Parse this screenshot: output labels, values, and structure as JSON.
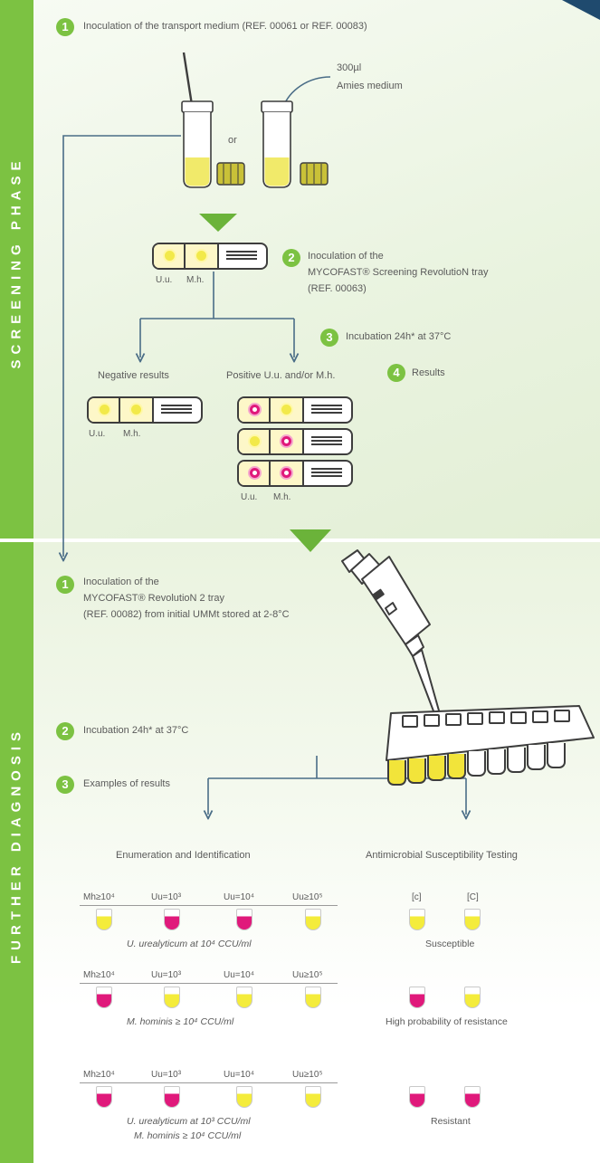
{
  "colors": {
    "accent_green": "#7cc242",
    "arrow_blue": "#4a6d87",
    "yellow": "#f4ec3b",
    "magenta": "#e0197b",
    "corner": "#1f4a6e"
  },
  "sidebar": {
    "screening": "SCREENING PHASE",
    "further": "FURTHER DIAGNOSIS"
  },
  "screening": {
    "step1": {
      "num": "1",
      "text": "Inoculation of the transport medium (REF. 00061 or REF. 00083)"
    },
    "medium_note": {
      "line1": "300µl",
      "line2": "Amies medium"
    },
    "or": "or",
    "step2": {
      "num": "2",
      "line1": "Inoculation of the",
      "line2": "MYCOFAST® Screening RevolutioN tray",
      "line3": "(REF. 00063)"
    },
    "tray_labels": {
      "uu": "U.u.",
      "mh": "M.h."
    },
    "step3": {
      "num": "3",
      "text": "Incubation 24h* at 37°C"
    },
    "negative_label": "Negative results",
    "positive_label": "Positive U.u. and/or M.h.",
    "step4": {
      "num": "4",
      "text": "Results"
    }
  },
  "further": {
    "step1": {
      "num": "1",
      "line1": "Inoculation of the",
      "line2": "MYCOFAST® RevolutioN 2 tray",
      "line3": "(REF. 00082) from initial UMMt stored at 2-8°C"
    },
    "step2": {
      "num": "2",
      "text": "Incubation 24h* at 37°C"
    },
    "step3": {
      "num": "3",
      "text": "Examples of results"
    },
    "enum_title": "Enumeration and Identification",
    "ast_title": "Antimicrobial Susceptibility Testing",
    "headers": [
      "Mh≥10⁴",
      "Uu=10³",
      "Uu=10⁴",
      "Uu≥10⁵"
    ],
    "ast_headers": [
      "[c]",
      "[C]"
    ],
    "rows": [
      {
        "tubes": [
          "yellow",
          "magenta",
          "magenta",
          "yellow"
        ],
        "caption": "U. urealyticum at 10⁴ CCU/ml",
        "ast": [
          "yellow",
          "yellow"
        ],
        "ast_label": "Susceptible"
      },
      {
        "tubes": [
          "magenta",
          "yellow",
          "yellow",
          "yellow"
        ],
        "caption": "M. hominis ≥ 10⁴ CCU/ml",
        "ast": [
          "magenta",
          "yellow"
        ],
        "ast_label": "High probability of resistance"
      },
      {
        "tubes": [
          "magenta",
          "magenta",
          "yellow",
          "yellow"
        ],
        "caption": "U. urealyticum at 10³ CCU/ml",
        "caption2": "M. hominis ≥ 10⁴ CCU/ml",
        "ast": [
          "magenta",
          "magenta"
        ],
        "ast_label": "Resistant"
      }
    ]
  }
}
